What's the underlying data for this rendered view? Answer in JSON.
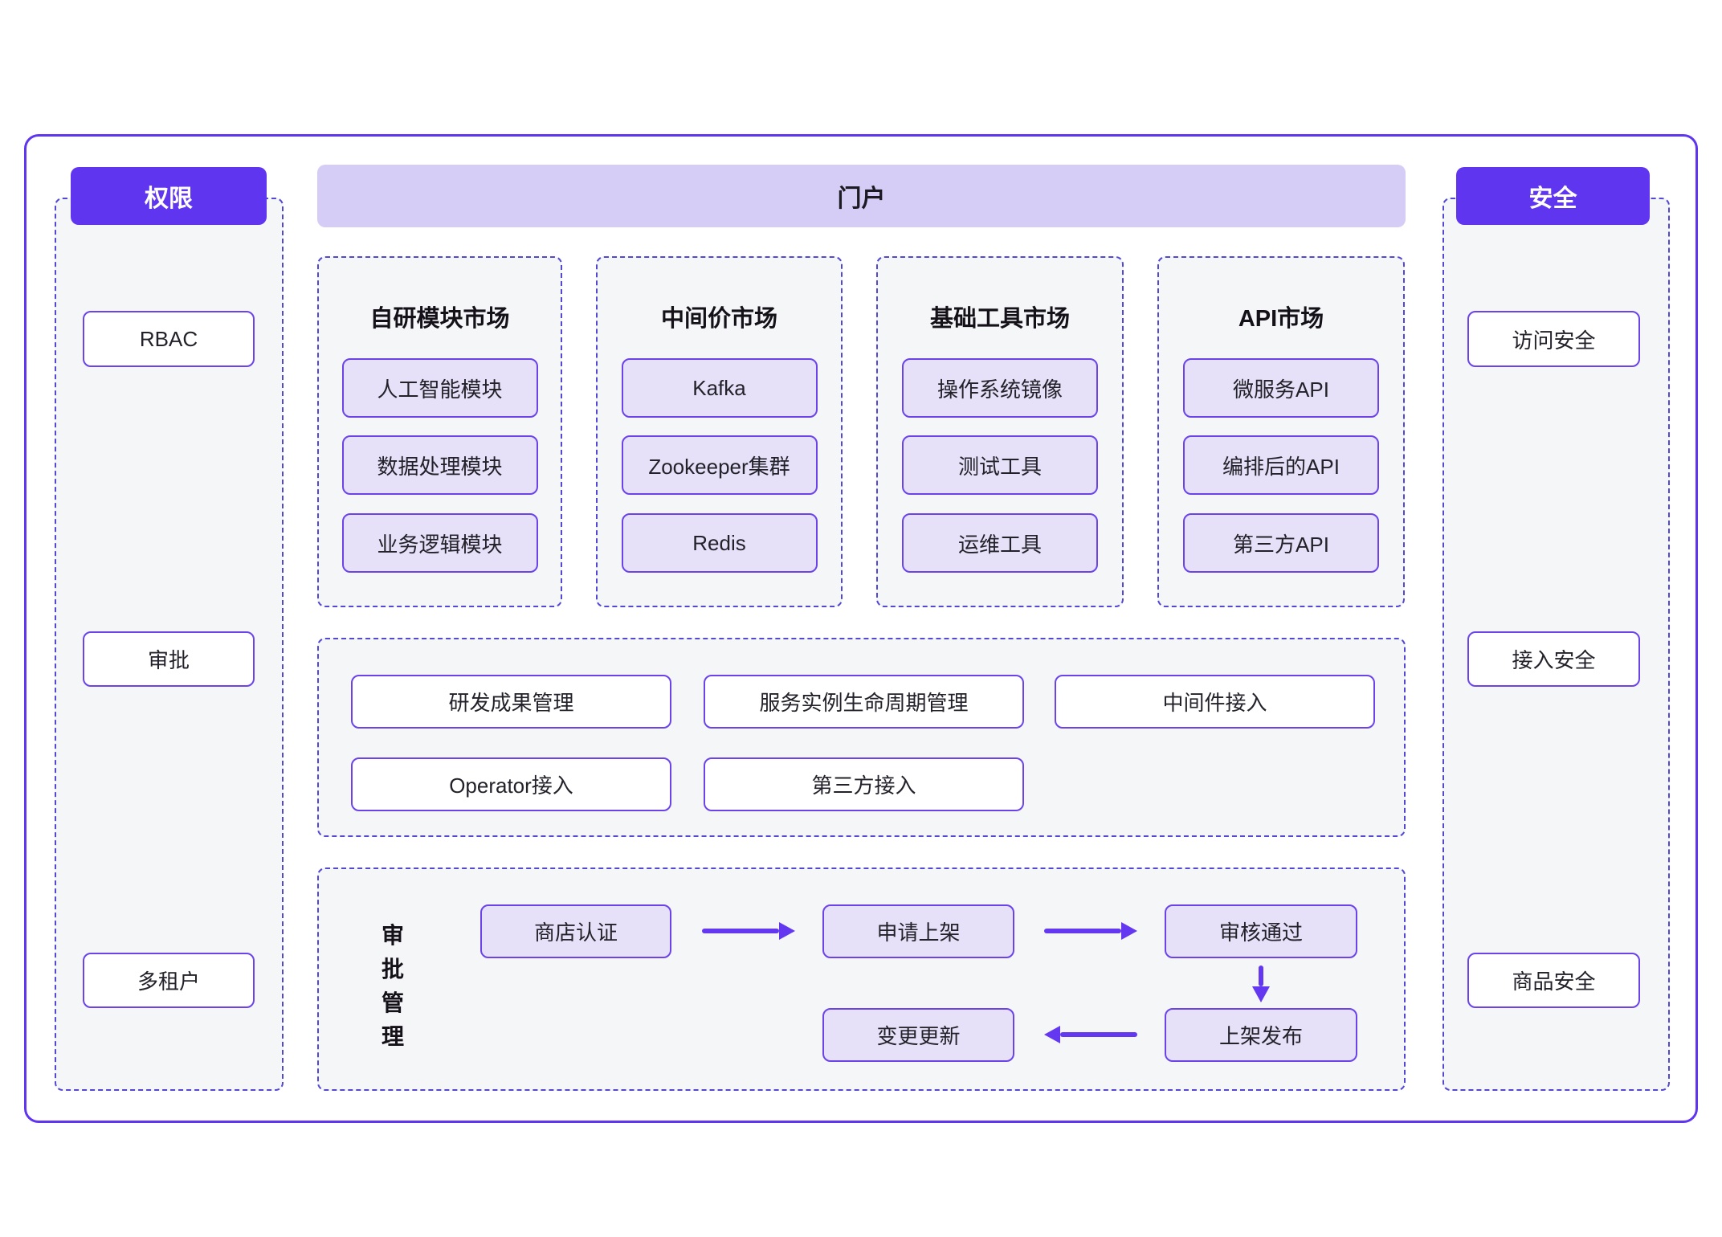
{
  "palette": {
    "accent": "#5f35f0",
    "portal_bar": "#d6cdf6",
    "item_fill": "#e6e1f8",
    "item_border": "#6b43e8",
    "dashed_border": "#5348d2",
    "panel_bg": "#f5f6f8",
    "arrow": "#6438f0",
    "text": "#232129"
  },
  "left_panel": {
    "title": "权限",
    "items": [
      "RBAC",
      "审批",
      "多租户"
    ]
  },
  "portal": {
    "title": "门户",
    "markets": [
      {
        "title": "自研模块市场",
        "items": [
          "人工智能模块",
          "数据处理模块",
          "业务逻辑模块"
        ]
      },
      {
        "title": "中间价市场",
        "items": [
          "Kafka",
          "Zookeeper集群",
          "Redis"
        ]
      },
      {
        "title": "基础工具市场",
        "items": [
          "操作系统镜像",
          "测试工具",
          "运维工具"
        ]
      },
      {
        "title": "API市场",
        "items": [
          "微服务API",
          "编排后的API",
          "第三方API"
        ]
      }
    ],
    "management": {
      "items": [
        "研发成果管理",
        "服务实例生命周期管理",
        "中间件接入",
        "Operator接入",
        "第三方接入"
      ]
    },
    "approval": {
      "vertical_label": "审批管理",
      "steps": {
        "certify": "商店认证",
        "apply": "申请上架",
        "approve": "审核通过",
        "publish": "上架发布",
        "update": "变更更新"
      }
    }
  },
  "right_panel": {
    "title": "安全",
    "items": [
      "访问安全",
      "接入安全",
      "商品安全"
    ]
  }
}
